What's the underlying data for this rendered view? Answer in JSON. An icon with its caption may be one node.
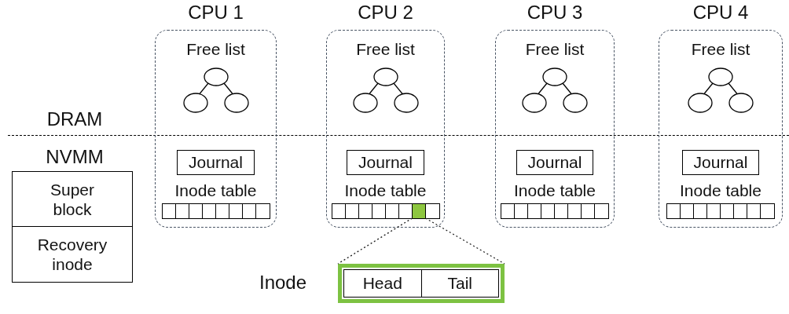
{
  "diagram": {
    "nodes": [
      {
        "text": [
          "Super block"
        ]
      },
      {
        "text": [
          "Recovery inode"
        ]
      },
      {
        "text": [
          "CPU 1",
          "Free list"
        ]
      },
      {
        "text": [
          "Journal"
        ],
        "in": 2
      },
      {
        "text": [
          "Inode table"
        ],
        "in": 2
      },
      {
        "text": [
          "CPU 2",
          "Free list"
        ]
      },
      {
        "text": [
          "Journal"
        ],
        "in": 5
      },
      {
        "text": [
          "Inode table"
        ],
        "in": 5
      },
      {
        "text": [],
        "shape": "box",
        "in": 7
      },
      {
        "text": [
          "CPU 3",
          "Free list"
        ]
      },
      {
        "text": [
          "Journal"
        ],
        "in": 9
      },
      {
        "text": [
          "Inode table"
        ],
        "in": 9
      },
      {
        "text": [
          "CPU 4",
          "Free list"
        ]
      },
      {
        "text": [
          "Journal"
        ],
        "in": 12
      },
      {
        "text": [
          "Inode table"
        ],
        "in": 12
      },
      {
        "text": [],
        "shape": "box",
        "beside": [
          "Inode"
        ]
      },
      {
        "text": [
          "Head"
        ],
        "in": 15
      },
      {
        "text": [
          "Tail"
        ],
        "in": 15
      }
    ],
    "edges": [
      {
        "from": 8,
        "to": 15,
        "arrow": "none",
        "style": "dashed"
      },
      {
        "from": 8,
        "to": 15,
        "arrow": "none",
        "style": "dashed"
      }
    ],
    "labels": [
      "DRAM",
      "NVMM"
    ]
  }
}
